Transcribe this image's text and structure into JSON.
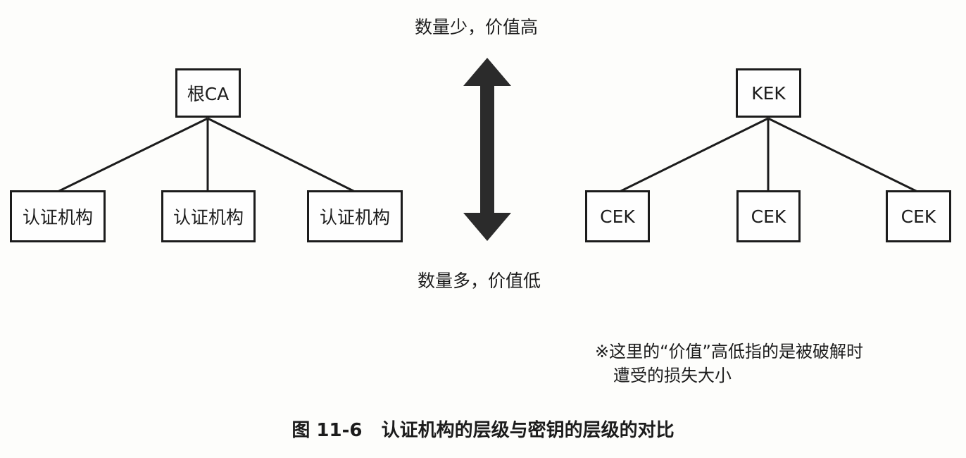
{
  "left_tree": {
    "root": "根CA",
    "children": [
      "认证机构",
      "认证机构",
      "认证机构"
    ]
  },
  "right_tree": {
    "root": "KEK",
    "children": [
      "CEK",
      "CEK",
      "CEK"
    ]
  },
  "arrow": {
    "top_label": "数量少，价值高",
    "bottom_label": "数量多，价值低"
  },
  "note": {
    "line1": "※这里的“价值”高低指的是被破解时",
    "line2": "遭受的损失大小"
  },
  "caption": "图 11-6   认证机构的层级与密钥的层级的对比",
  "colors": {
    "ink": "#1c1c1c",
    "arrow": "#2b2b2b",
    "background": "#fdfdfb"
  }
}
